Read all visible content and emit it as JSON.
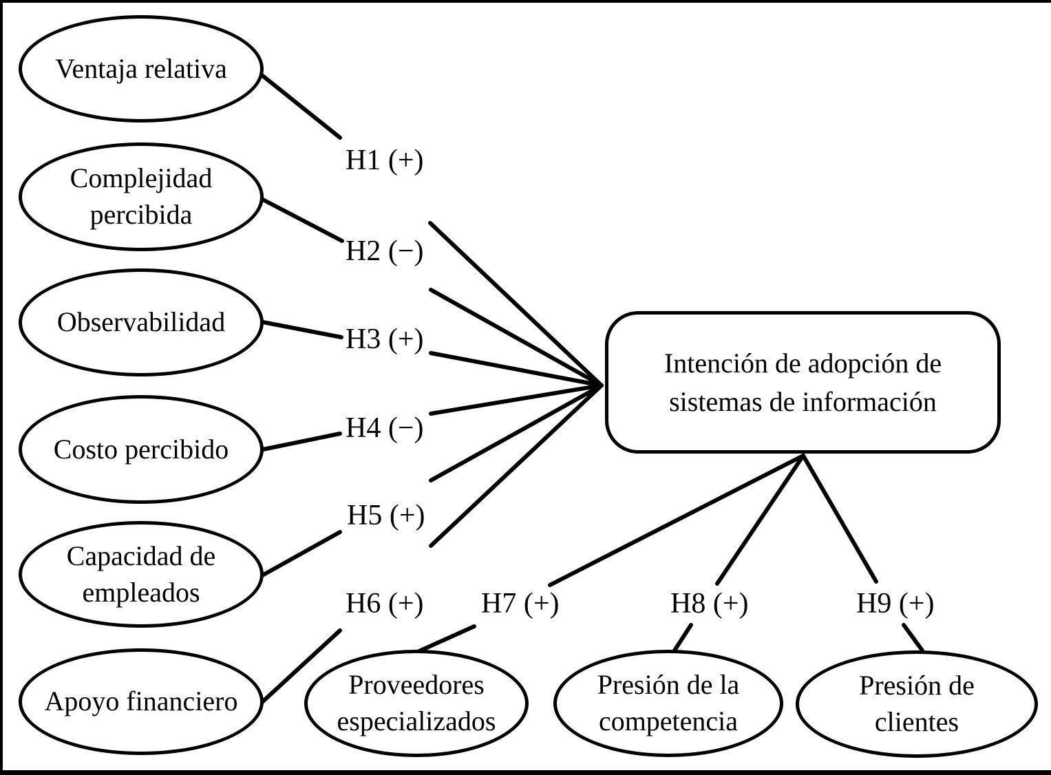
{
  "diagram": {
    "background_color": "#ffffff",
    "line_color": "#000000",
    "nodes": {
      "ventaja": {
        "label": "Ventaja relativa"
      },
      "complejidad": {
        "label": "Complejidad\npercibida"
      },
      "observabilidad": {
        "label": "Observabilidad"
      },
      "costo": {
        "label": "Costo percibido"
      },
      "capacidad": {
        "label": "Capacidad de\nempleados"
      },
      "apoyo": {
        "label": "Apoyo financiero"
      },
      "proveedores": {
        "label": "Proveedores\nespecializados"
      },
      "competencia": {
        "label": "Presión de la\ncompetencia"
      },
      "clientes": {
        "label": "Presión de\nclientes"
      },
      "intencion": {
        "label": "Intención de adopción de\nsistemas de información"
      }
    },
    "hypotheses": {
      "h1": "H1 (+)",
      "h2": "H2 (−)",
      "h3": "H3 (+)",
      "h4": "H4 (−)",
      "h5": "H5 (+)",
      "h6": "H6 (+)",
      "h7": "H7 (+)",
      "h8": "H8 (+)",
      "h9": "H9 (+)"
    },
    "relations": [
      {
        "id": "H1",
        "from": "Ventaja relativa",
        "to": "Intención de adopción de sistemas de información",
        "sign": "+"
      },
      {
        "id": "H2",
        "from": "Complejidad percibida",
        "to": "Intención de adopción de sistemas de información",
        "sign": "−"
      },
      {
        "id": "H3",
        "from": "Observabilidad",
        "to": "Intención de adopción de sistemas de información",
        "sign": "+"
      },
      {
        "id": "H4",
        "from": "Costo percibido",
        "to": "Intención de adopción de sistemas de información",
        "sign": "−"
      },
      {
        "id": "H5",
        "from": "Capacidad de empleados",
        "to": "Intención de adopción de sistemas de información",
        "sign": "+"
      },
      {
        "id": "H6",
        "from": "Apoyo financiero",
        "to": "Intención de adopción de sistemas de información",
        "sign": "+"
      },
      {
        "id": "H7",
        "from": "Proveedores especializados",
        "to": "Intención de adopción de sistemas de información",
        "sign": "+"
      },
      {
        "id": "H8",
        "from": "Presión de la competencia",
        "to": "Intención de adopción de sistemas de información",
        "sign": "+"
      },
      {
        "id": "H9",
        "from": "Presión de clientes",
        "to": "Intención de adopción de sistemas de información",
        "sign": "+"
      }
    ]
  }
}
